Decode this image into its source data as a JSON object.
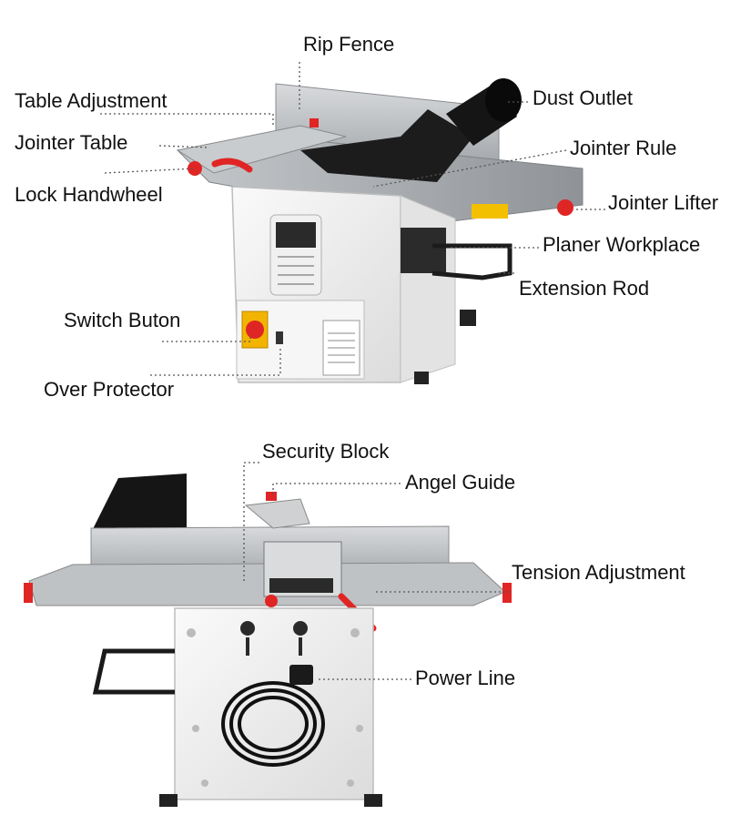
{
  "top_labels": {
    "rip_fence": "Rip Fence",
    "table_adjustment": "Table Adjustment",
    "dust_outlet": "Dust Outlet",
    "jointer_table": "Jointer Table",
    "jointer_rule": "Jointer Rule",
    "lock_handwheel": "Lock Handwheel",
    "jointer_lifter": "Jointer Lifter",
    "planer_workplace": "Planer Workplace",
    "extension_rod": "Extension Rod",
    "switch_buton": "Switch Buton",
    "over_protector": "Over Protector"
  },
  "bottom_labels": {
    "security_block": "Security Block",
    "angel_guide": "Angel Guide",
    "tension_adjustment": "Tension Adjustment",
    "power_line": "Power Line"
  },
  "colors": {
    "machine_body": "#eeeeee",
    "table_metal": "#b9bcc0",
    "accent_red": "#e02525",
    "dark_parts": "#1c1c1c",
    "switch_yellow": "#f2b400"
  }
}
